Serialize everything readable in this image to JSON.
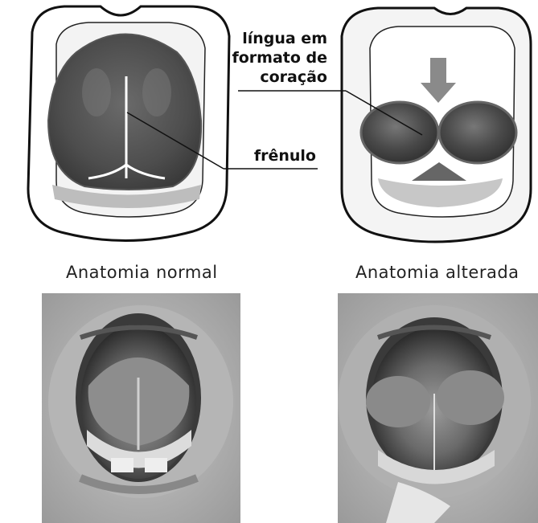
{
  "labels": {
    "tongue_shape_line1": "língua em",
    "tongue_shape_line2": "formato de",
    "tongue_shape_line3": "coração",
    "frenulum": "frênulo"
  },
  "captions": {
    "left": "Anatomia normal",
    "right": "Anatomia alterada"
  },
  "colors": {
    "tongue_dark": "#4a4a4a",
    "tongue_mid": "#7a7a7a",
    "outline": "#111111",
    "photo_bg": "#8e8e8e"
  }
}
